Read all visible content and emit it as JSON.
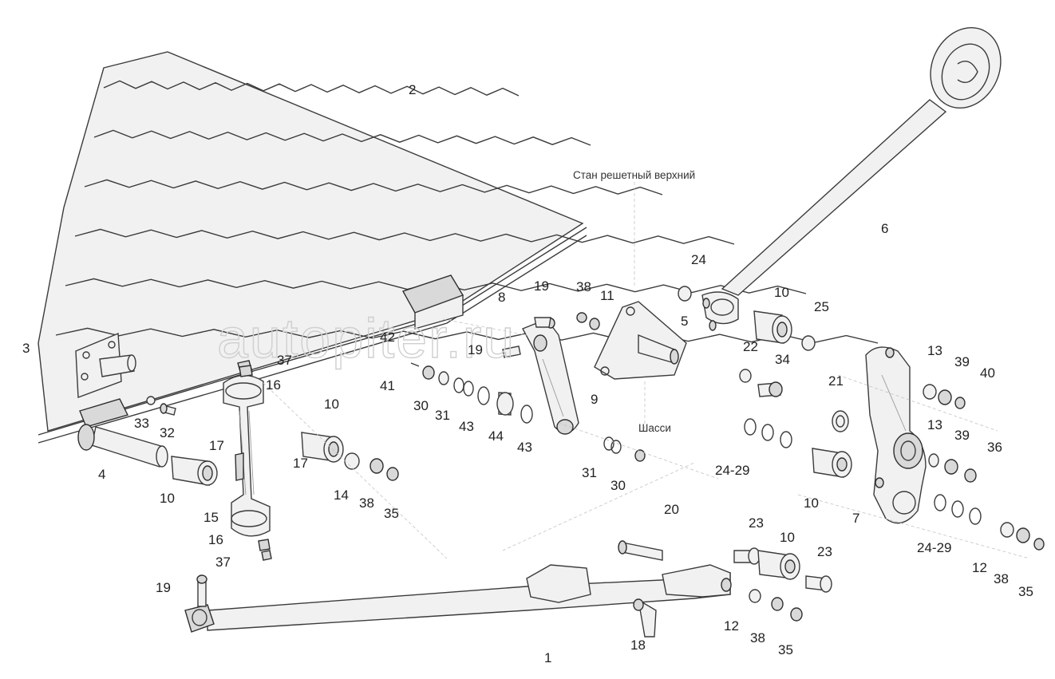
{
  "captions": {
    "upper_sieve_frame": "Стан решетный верхний",
    "chassis": "Шасси"
  },
  "watermark": "autopiter.ru",
  "part_labels": [
    {
      "id": "lbl-2",
      "text": "2"
    },
    {
      "id": "lbl-3",
      "text": "3"
    },
    {
      "id": "lbl-4",
      "text": "4"
    },
    {
      "id": "lbl-10a",
      "text": "10"
    },
    {
      "id": "lbl-33",
      "text": "33"
    },
    {
      "id": "lbl-32",
      "text": "32"
    },
    {
      "id": "lbl-37a",
      "text": "37"
    },
    {
      "id": "lbl-16a",
      "text": "16"
    },
    {
      "id": "lbl-17a",
      "text": "17"
    },
    {
      "id": "lbl-17b",
      "text": "17"
    },
    {
      "id": "lbl-10b",
      "text": "10"
    },
    {
      "id": "lbl-15",
      "text": "15"
    },
    {
      "id": "lbl-16b",
      "text": "16"
    },
    {
      "id": "lbl-37b",
      "text": "37"
    },
    {
      "id": "lbl-14",
      "text": "14"
    },
    {
      "id": "lbl-38a",
      "text": "38"
    },
    {
      "id": "lbl-35a",
      "text": "35"
    },
    {
      "id": "lbl-42",
      "text": "42"
    },
    {
      "id": "lbl-41",
      "text": "41"
    },
    {
      "id": "lbl-30a",
      "text": "30"
    },
    {
      "id": "lbl-31a",
      "text": "31"
    },
    {
      "id": "lbl-43a",
      "text": "43"
    },
    {
      "id": "lbl-44",
      "text": "44"
    },
    {
      "id": "lbl-43b",
      "text": "43"
    },
    {
      "id": "lbl-8",
      "text": "8"
    },
    {
      "id": "lbl-19a",
      "text": "19"
    },
    {
      "id": "lbl-19b",
      "text": "19"
    },
    {
      "id": "lbl-9",
      "text": "9"
    },
    {
      "id": "lbl-31b",
      "text": "31"
    },
    {
      "id": "lbl-30b",
      "text": "30"
    },
    {
      "id": "lbl-38b",
      "text": "38"
    },
    {
      "id": "lbl-11",
      "text": "11"
    },
    {
      "id": "lbl-5",
      "text": "5"
    },
    {
      "id": "lbl-24",
      "text": "24"
    },
    {
      "id": "lbl-6",
      "text": "6"
    },
    {
      "id": "lbl-10c",
      "text": "10"
    },
    {
      "id": "lbl-25",
      "text": "25"
    },
    {
      "id": "lbl-22",
      "text": "22"
    },
    {
      "id": "lbl-34",
      "text": "34"
    },
    {
      "id": "lbl-21",
      "text": "21"
    },
    {
      "id": "lbl-24-29a",
      "text": "24-29"
    },
    {
      "id": "lbl-10d",
      "text": "10"
    },
    {
      "id": "lbl-13a",
      "text": "13"
    },
    {
      "id": "lbl-39a",
      "text": "39"
    },
    {
      "id": "lbl-40",
      "text": "40"
    },
    {
      "id": "lbl-13b",
      "text": "13"
    },
    {
      "id": "lbl-39b",
      "text": "39"
    },
    {
      "id": "lbl-36",
      "text": "36"
    },
    {
      "id": "lbl-7",
      "text": "7"
    },
    {
      "id": "lbl-24-29b",
      "text": "24-29"
    },
    {
      "id": "lbl-12a",
      "text": "12"
    },
    {
      "id": "lbl-38c",
      "text": "38"
    },
    {
      "id": "lbl-35b",
      "text": "35"
    },
    {
      "id": "lbl-20",
      "text": "20"
    },
    {
      "id": "lbl-23a",
      "text": "23"
    },
    {
      "id": "lbl-10e",
      "text": "10"
    },
    {
      "id": "lbl-23b",
      "text": "23"
    },
    {
      "id": "lbl-19c",
      "text": "19"
    },
    {
      "id": "lbl-12b",
      "text": "12"
    },
    {
      "id": "lbl-38d",
      "text": "38"
    },
    {
      "id": "lbl-35c",
      "text": "35"
    },
    {
      "id": "lbl-18",
      "text": "18"
    },
    {
      "id": "lbl-1",
      "text": "1"
    }
  ]
}
